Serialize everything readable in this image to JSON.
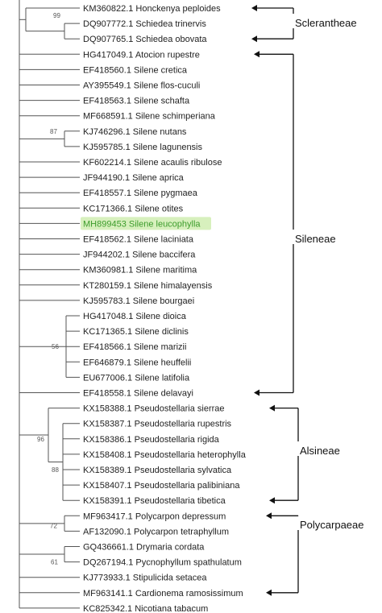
{
  "leaves": [
    "KM360822.1 Honckenya peploides",
    "DQ907772.1 Schiedea trinervis",
    "DQ907765.1 Schiedea obovata",
    "HG417049.1 Atocion rupestre",
    "EF418560.1 Silene cretica",
    "AY395549.1 Silene flos-cuculi",
    "EF418563.1 Silene schafta",
    "MF668591.1 Silene schimperiana",
    "KJ746296.1 Silene nutans",
    "KJ595785.1 Silene lagunensis",
    "KF602214.1 Silene acaulis ribulose",
    "JF944190.1 Silene aprica",
    "EF418557.1 Silene pygmaea",
    "KC171366.1 Silene otites",
    "MH899453 Silene leucophylla",
    "EF418562.1 Silene laciniata",
    "JF944202.1 Silene baccifera",
    "KM360981.1 Silene maritima",
    "KT280159.1 Silene himalayensis",
    "KJ595783.1 Silene bourgaei",
    "HG417048.1 Silene dioica",
    "KC171365.1 Silene diclinis",
    "EF418566.1 Silene marizii",
    "EF646879.1 Silene heuffelii",
    "EU677006.1 Silene latifolia",
    "EF418558.1 Silene delavayi",
    "KX158388.1 Pseudostellaria sierrae",
    "KX158387.1 Pseudostellaria rupestris",
    "KX158386.1 Pseudostellaria rigida",
    "KX158408.1 Pseudostellaria heterophylla",
    "KX158389.1 Pseudostellaria sylvatica",
    "KX158407.1 Pseudostellaria palibiniana",
    "KX158391.1 Pseudostellaria tibetica",
    "MF963417.1 Polycarpon depressum",
    "AF132090.1 Polycarpon tetraphyllum",
    "GQ436661.1 Drymaria cordata",
    "DQ267194.1 Pycnophyllum spathulatum",
    "KJ773933.1 Stipulicida setacea",
    "MF963141.1 Cardionema ramosissimum",
    "KC825342.1 Nicotiana tabacum"
  ],
  "highlighted_leaf": 14,
  "bootstrap": [
    "99",
    "87",
    "56",
    "96",
    "88",
    "72",
    "61"
  ],
  "clades": [
    "Sclerantheae",
    "Sileneae",
    "Alsineae",
    "Polycarpaeae"
  ],
  "colors": {
    "highlight_text": "#3c9c2c",
    "highlight_background": "#d7f0bd",
    "branches": "#555555"
  }
}
